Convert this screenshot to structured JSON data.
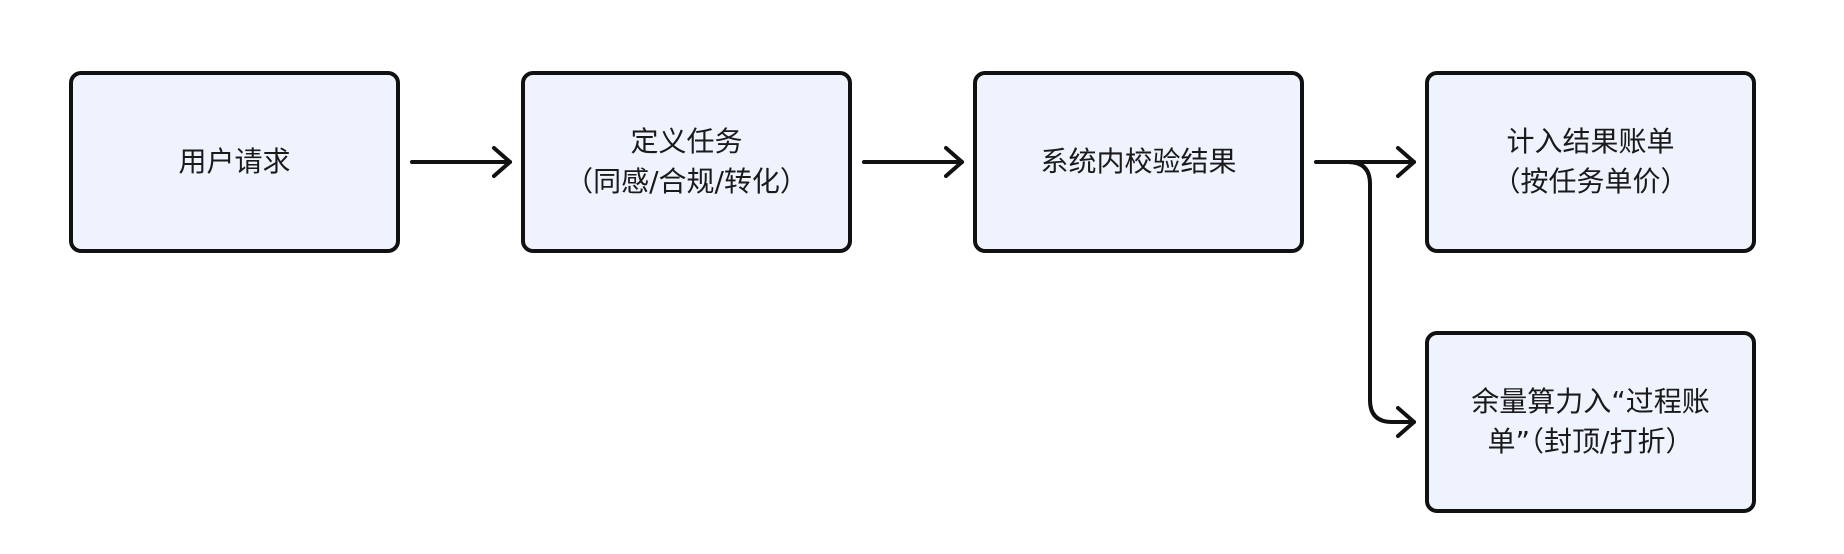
{
  "nodes": {
    "user_request": {
      "lines": [
        "用户请求"
      ]
    },
    "define_task": {
      "lines": [
        "定义任务",
        "（同感/合规/转化）"
      ]
    },
    "validate_result": {
      "lines": [
        "系统内校验结果"
      ]
    },
    "billing": {
      "lines": [
        "计入结果账单",
        "（按任务单价）"
      ]
    },
    "surplus": {
      "lines": [
        "余量算力入“过程账",
        "单”（封顶/打折）"
      ]
    }
  },
  "colors": {
    "node_fill": "#eef3fd",
    "node_border": "#111111",
    "arrow": "#111111",
    "text": "#1a1a1a"
  }
}
